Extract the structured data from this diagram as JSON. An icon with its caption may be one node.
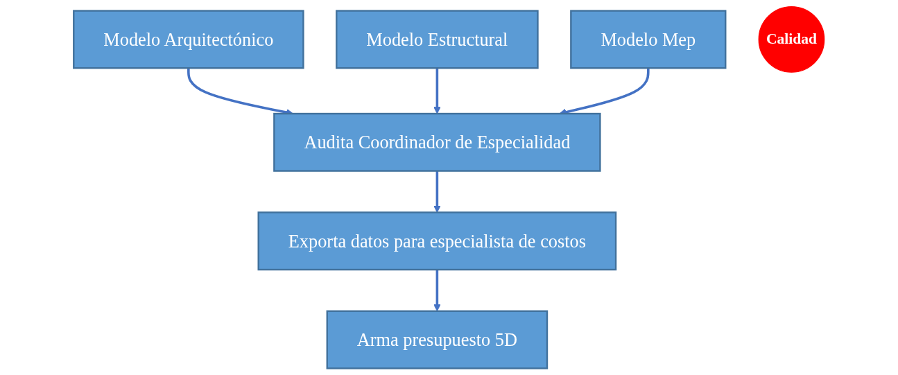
{
  "diagram": {
    "nodes": [
      {
        "text": [
          "Modelo Arquitectónico"
        ]
      },
      {
        "text": [
          "Modelo Estructural"
        ]
      },
      {
        "text": [
          "Modelo Mep"
        ]
      },
      {
        "text": [
          "Audita Coordinador de Especialidad"
        ]
      },
      {
        "text": [
          "Calidad"
        ]
      },
      {
        "text": [
          "Exporta datos para especialista de costos"
        ]
      },
      {
        "text": [
          "Arma presupuesto 5D"
        ]
      }
    ],
    "edges": [
      {
        "from": 0,
        "to": 3,
        "arrow": "to"
      },
      {
        "from": 1,
        "to": 3,
        "arrow": "to"
      },
      {
        "from": 2,
        "to": 3,
        "arrow": "to"
      },
      {
        "from": 3,
        "to": 5,
        "arrow": "to"
      },
      {
        "from": 5,
        "to": 6,
        "arrow": "to"
      }
    ]
  }
}
